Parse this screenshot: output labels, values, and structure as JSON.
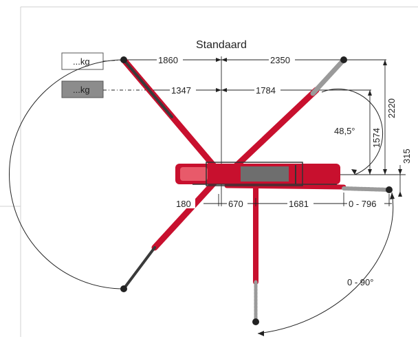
{
  "diagram": {
    "title": "Standaard",
    "load_boxes": [
      {
        "label": "...kg",
        "fill": "#ffffff"
      },
      {
        "label": "...kg",
        "fill": "#8c8c8c"
      }
    ],
    "dimensions": {
      "top_left": "1860",
      "top_right": "2350",
      "mid_left": "1347",
      "mid_right": "1784",
      "angle": "48,5°",
      "v_outer": "2220",
      "v_inner": "1574",
      "v_offset": "315",
      "bottom_a": "180",
      "bottom_b": "670",
      "bottom_c": "1681",
      "bottom_d": "0 - 796",
      "swing": "0 - 90°"
    },
    "colors": {
      "boom_red": "#c8102e",
      "boom_dark": "#3a3a3a",
      "boom_grey": "#a0a0a0"
    }
  }
}
